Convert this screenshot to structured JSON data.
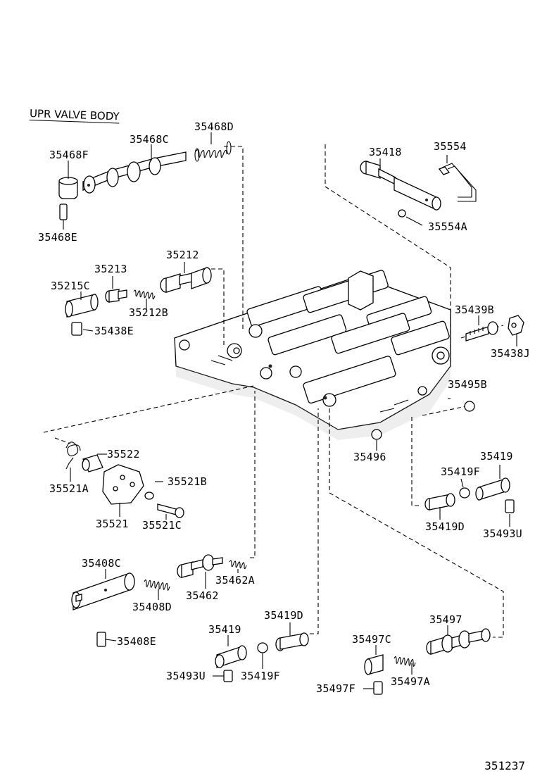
{
  "diagram": {
    "title": "UPR VALVE BODY",
    "ref_number": "351237"
  },
  "labels": [
    {
      "id": "p35468D",
      "text": "35468D"
    },
    {
      "id": "p35468C",
      "text": "35468C"
    },
    {
      "id": "p35468F",
      "text": "35468F"
    },
    {
      "id": "p35468E",
      "text": "35468E"
    },
    {
      "id": "p35418",
      "text": "35418"
    },
    {
      "id": "p35554",
      "text": "35554"
    },
    {
      "id": "p35554A",
      "text": "35554A"
    },
    {
      "id": "p35212",
      "text": "35212"
    },
    {
      "id": "p35213",
      "text": "35213"
    },
    {
      "id": "p35215C",
      "text": "35215C"
    },
    {
      "id": "p35212B",
      "text": "35212B"
    },
    {
      "id": "p35438E",
      "text": "35438E"
    },
    {
      "id": "p35439B",
      "text": "35439B"
    },
    {
      "id": "p35438J",
      "text": "35438J"
    },
    {
      "id": "p35495B",
      "text": "35495B"
    },
    {
      "id": "p35522",
      "text": "35522"
    },
    {
      "id": "p35521A",
      "text": "35521A"
    },
    {
      "id": "p35521B",
      "text": "35521B"
    },
    {
      "id": "p35521",
      "text": "35521"
    },
    {
      "id": "p35521C",
      "text": "35521C"
    },
    {
      "id": "p35496",
      "text": "35496"
    },
    {
      "id": "p35419a",
      "text": "35419"
    },
    {
      "id": "p35419Fa",
      "text": "35419F"
    },
    {
      "id": "p35419Da",
      "text": "35419D"
    },
    {
      "id": "p35493Ua",
      "text": "35493U"
    },
    {
      "id": "p35408C",
      "text": "35408C"
    },
    {
      "id": "p35408D",
      "text": "35408D"
    },
    {
      "id": "p35462",
      "text": "35462"
    },
    {
      "id": "p35462A",
      "text": "35462A"
    },
    {
      "id": "p35408E",
      "text": "35408E"
    },
    {
      "id": "p35419b",
      "text": "35419"
    },
    {
      "id": "p35419Db",
      "text": "35419D"
    },
    {
      "id": "p35493Ub",
      "text": "35493U"
    },
    {
      "id": "p35419Fb",
      "text": "35419F"
    },
    {
      "id": "p35497",
      "text": "35497"
    },
    {
      "id": "p35497C",
      "text": "35497C"
    },
    {
      "id": "p35497A",
      "text": "35497A"
    },
    {
      "id": "p35497F",
      "text": "35497F"
    }
  ]
}
